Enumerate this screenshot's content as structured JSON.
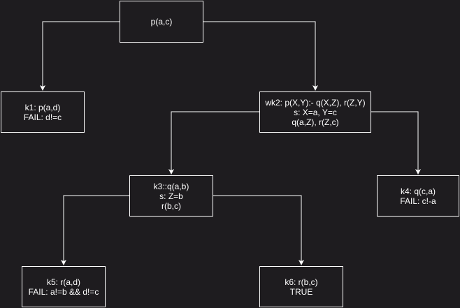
{
  "diagram": {
    "colors": {
      "background": "#1e1c1f",
      "stroke": "#ffffff",
      "text": "#ffffff"
    },
    "nodes": {
      "root": {
        "lines": [
          "p(a,c)"
        ]
      },
      "k1": {
        "lines": [
          "k1: p(a,d)",
          "FAIL: d!=c"
        ]
      },
      "wk2": {
        "lines": [
          "wk2: p(X,Y):- q(X,Z), r(Z,Y)",
          "s: X=a, Y=c",
          "q(a,Z), r(Z,c)"
        ]
      },
      "k3": {
        "lines": [
          "k3::q(a,b)",
          "s: Z=b",
          "r(b,c)"
        ]
      },
      "k4": {
        "lines": [
          "k4: q(c,a)",
          "FAIL: c!-a"
        ]
      },
      "k5": {
        "lines": [
          "k5: r(a,d)",
          "FAIL: a!=b && d!=c"
        ]
      },
      "k6": {
        "lines": [
          "k6: r(b,c)",
          "TRUE"
        ]
      }
    },
    "edges": [
      {
        "from": "root",
        "to": "k1"
      },
      {
        "from": "root",
        "to": "wk2"
      },
      {
        "from": "wk2",
        "to": "k3"
      },
      {
        "from": "wk2",
        "to": "k4"
      },
      {
        "from": "k3",
        "to": "k5"
      },
      {
        "from": "k3",
        "to": "k6"
      }
    ]
  }
}
